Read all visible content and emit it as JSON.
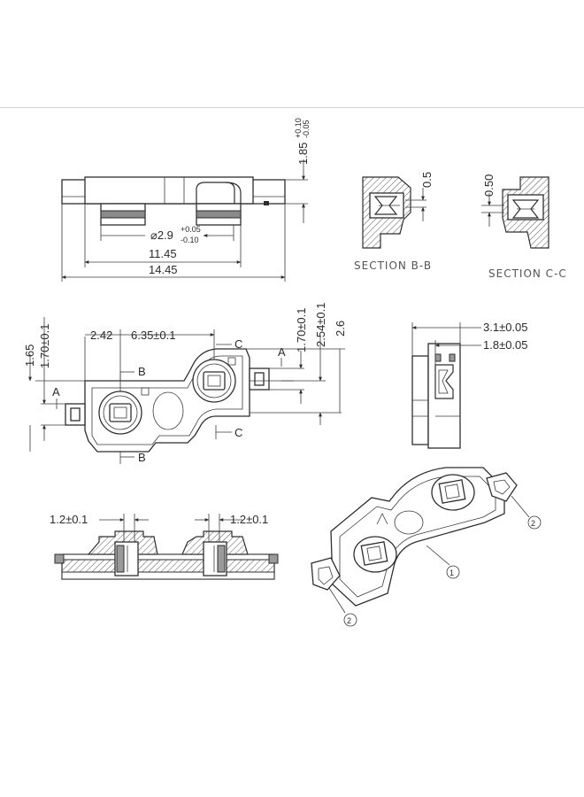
{
  "front_view": {
    "height_dim": "1.85",
    "height_tol_upper": "+0.10",
    "height_tol_lower": "-0.05",
    "hole_dim": "⌀2.9",
    "hole_tol_upper": "+0.05",
    "hole_tol_lower": "-0.10",
    "inner_length": "11.45",
    "total_length": "14.45"
  },
  "sections": {
    "b_dim": "0.5",
    "c_dim": "0.50",
    "b_label": "SECTION B-B",
    "c_label": "SECTION C-C"
  },
  "top_view": {
    "dim_offset": "2.42",
    "dim_pitch": "6.35±0.1",
    "dim_height_left": "1.65",
    "dim_pin_left": "1.70±0.1",
    "dim_pin_right": "1.70±0.1",
    "dim_center": "2.54±0.1",
    "dim_total_height": "2.6",
    "label_a": "A",
    "label_b": "B",
    "label_c": "C"
  },
  "side_view": {
    "dim_outer": "3.1±0.05",
    "dim_inner": "1.8±0.05"
  },
  "section_a": {
    "dim_left": "1.2±0.1",
    "dim_right": "1.2±0.1"
  },
  "callouts": {
    "one": "1",
    "two": "2"
  }
}
